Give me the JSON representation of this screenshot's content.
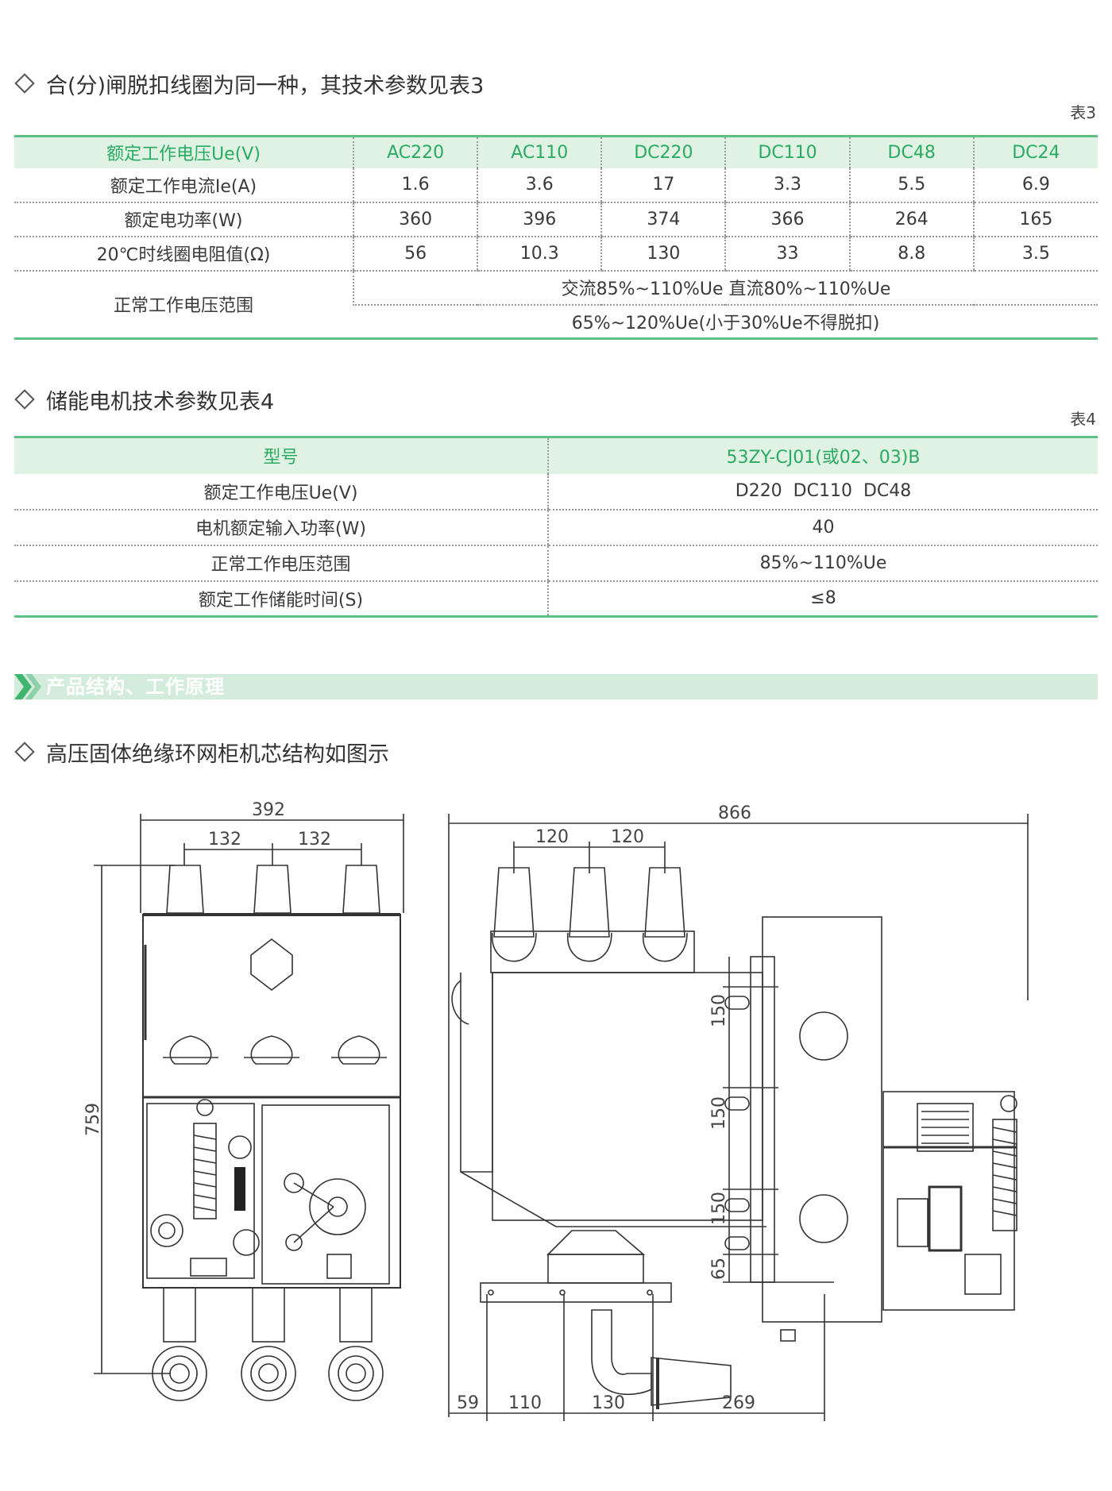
{
  "section1": {
    "heading": "合(分)闸脱扣线圈为同一种，其技术参数见表3",
    "table_label": "表3",
    "header": [
      "额定工作电压Ue(V)",
      "AC220",
      "AC110",
      "DC220",
      "DC110",
      "DC48",
      "DC24"
    ],
    "rows": [
      [
        "额定工作电流Ie(A)",
        "1.6",
        "3.6",
        "17",
        "3.3",
        "5.5",
        "6.9"
      ],
      [
        "额定电功率(W)",
        "360",
        "396",
        "374",
        "366",
        "264",
        "165"
      ],
      [
        "20℃时线圈电阻值(Ω)",
        "56",
        "10.3",
        "130",
        "33",
        "8.8",
        "3.5"
      ]
    ],
    "range_label": "正常工作电压范围",
    "range_line1": "交流85%~110%Ue 直流80%~110%Ue",
    "range_line2": "65%~120%Ue(小于30%Ue不得脱扣)"
  },
  "section2": {
    "heading": "储能电机技术参数见表4",
    "table_label": "表4",
    "header": [
      "型号",
      "53ZY-CJ01(或02、03)B"
    ],
    "rows": [
      [
        "额定工作电压Ue(V)",
        "D220  DC110  DC48"
      ],
      [
        "电机额定输入功率(W)",
        "40"
      ],
      [
        "正常工作电压范围",
        "85%~110%Ue"
      ],
      [
        "额定工作储能时间(S)",
        "≤8"
      ]
    ]
  },
  "banner": {
    "title": "产品结构、工作原理",
    "color": "#d4ecdc"
  },
  "section3": {
    "heading": "高压固体绝缘环网柜机芯结构如图示"
  },
  "drawing": {
    "left_view": {
      "width": "392",
      "pitch_a": "132",
      "pitch_b": "132",
      "height": "759"
    },
    "right_view": {
      "width": "866",
      "pitch_a": "120",
      "pitch_b": "120",
      "v1": "150",
      "v2": "150",
      "v3": "150",
      "v4": "65",
      "b1": "59",
      "b2": "110",
      "b3": "130",
      "b4": "269"
    }
  },
  "colors": {
    "accent": "#2bab61",
    "rule": "#5fc083",
    "header_bg": "#dff2e4"
  }
}
